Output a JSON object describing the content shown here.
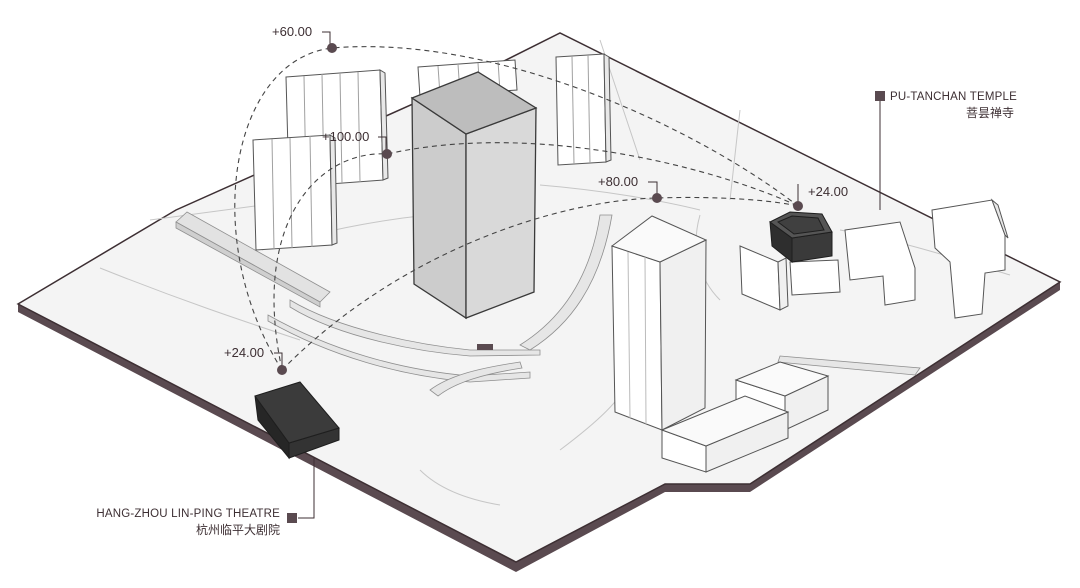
{
  "colors": {
    "accent": "#5a4a50",
    "dark_building": "#333333",
    "tower": "#cfcfcf",
    "ground": "#f3f3f3",
    "base_edge": "#5a4a50",
    "outline": "#444444"
  },
  "elevations": [
    {
      "value": "+60.00"
    },
    {
      "value": "+100.00"
    },
    {
      "value": "+80.00"
    },
    {
      "value": "+24.00"
    },
    {
      "value": "+24.00"
    }
  ],
  "places": {
    "temple": {
      "en": "PU-TANCHAN TEMPLE",
      "cn": "菩昙禅寺"
    },
    "theatre": {
      "en": "HANG-ZHOU LIN-PING THEATRE",
      "cn": "杭州临平大剧院"
    }
  }
}
